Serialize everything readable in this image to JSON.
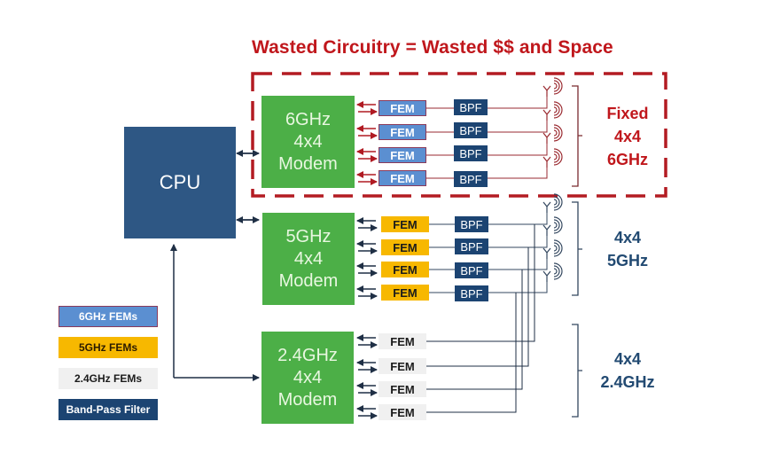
{
  "title": "Wasted Circuitry = Wasted $$ and Space",
  "cpu": {
    "label": "CPU"
  },
  "modems": [
    {
      "id": "6ghz",
      "lines": [
        "6GHz",
        "4x4",
        "Modem"
      ]
    },
    {
      "id": "5ghz",
      "lines": [
        "5GHz",
        "4x4",
        "Modem"
      ]
    },
    {
      "id": "24ghz",
      "lines": [
        "2.4GHz",
        "4x4",
        "Modem"
      ]
    }
  ],
  "fem_label": "FEM",
  "bpf_label": "BPF",
  "band_labels": {
    "6ghz": [
      "Fixed",
      "4x4",
      "6GHz"
    ],
    "5ghz": [
      "4x4",
      "5GHz"
    ],
    "24ghz": [
      "4x4",
      "2.4GHz"
    ]
  },
  "legend": [
    {
      "label": "6GHz FEMs",
      "color": "#5b8fd1"
    },
    {
      "label": "5GHz FEMs",
      "color": "#f7b800"
    },
    {
      "label": "2.4GHz FEMs",
      "color": "#f0f0f0"
    },
    {
      "label": "Band-Pass Filter",
      "color": "#1c4472"
    }
  ],
  "colors": {
    "waste_red": "#c0171c",
    "cpu_blue": "#2e5784",
    "modem_green": "#4caf47",
    "bpf_navy": "#1c4472",
    "fem_6ghz": "#5b8fd1",
    "fem_5ghz": "#f7b800",
    "fem_24ghz": "#f0f0f0"
  }
}
